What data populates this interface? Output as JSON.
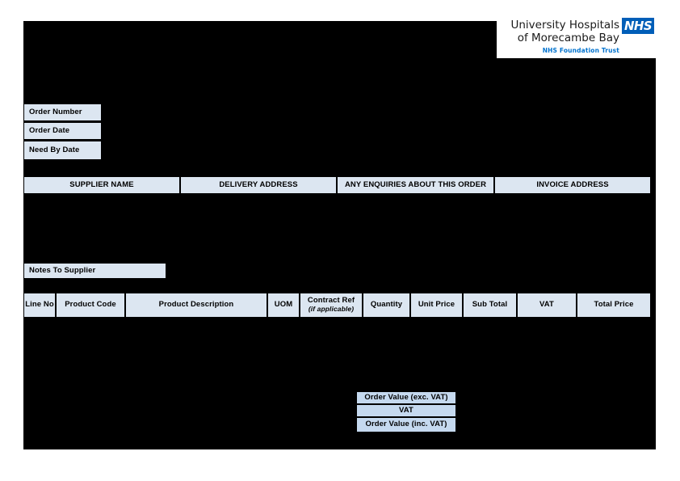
{
  "logo": {
    "organisation_line1": "University Hospitals",
    "organisation_line2": "of Morecambe Bay",
    "strapline": "NHS Foundation Trust",
    "badge": "NHS",
    "badge_color": "#005eb8",
    "strapline_color": "#0072ce"
  },
  "order_fields": [
    {
      "label": "Order Number"
    },
    {
      "label": "Order Date"
    },
    {
      "label": "Need By Date"
    }
  ],
  "address_headers": [
    {
      "label": "SUPPLIER NAME"
    },
    {
      "label": "DELIVERY ADDRESS"
    },
    {
      "label": "ANY ENQUIRIES ABOUT THIS ORDER"
    },
    {
      "label": "INVOICE ADDRESS"
    }
  ],
  "notes": {
    "label": "Notes To Supplier"
  },
  "line_table": {
    "columns": [
      {
        "label": "Line No"
      },
      {
        "label": "Product Code"
      },
      {
        "label": "Product Description"
      },
      {
        "label": "UOM"
      },
      {
        "label": "Contract Ref",
        "sublabel": "(if applicable)"
      },
      {
        "label": "Quantity"
      },
      {
        "label": "Unit Price"
      },
      {
        "label": "Sub Total"
      },
      {
        "label": "VAT"
      },
      {
        "label": "Total Price"
      }
    ]
  },
  "totals": [
    {
      "label": "Order Value (exc. VAT)"
    },
    {
      "label": "VAT"
    },
    {
      "label": "Order Value (inc. VAT)"
    }
  ],
  "colors": {
    "header_fill": "#dce6f1",
    "totals_fill": "#c5d9ef",
    "plate": "#000000"
  }
}
